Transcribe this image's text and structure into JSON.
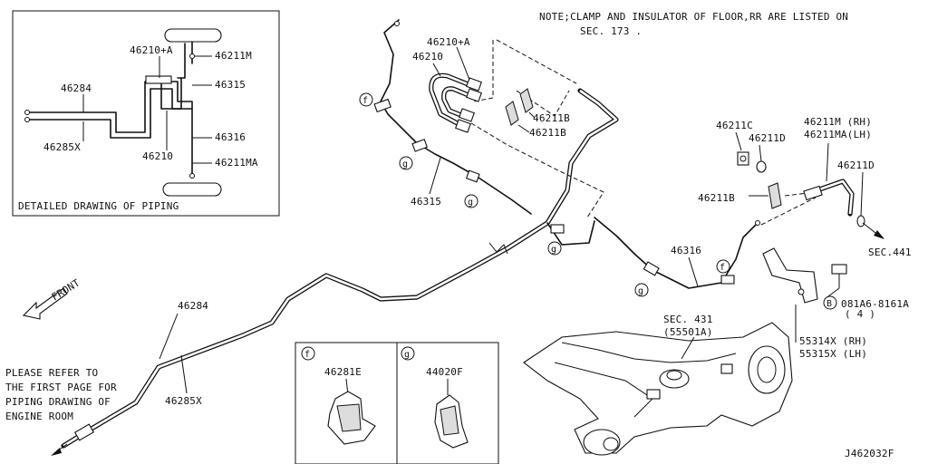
{
  "note": {
    "line1": "NOTE;CLAMP AND INSULATOR OF FLOOR,RR ARE LISTED ON",
    "line2": "SEC. 173 ."
  },
  "inset": {
    "caption": "DETAILED DRAWING OF PIPING",
    "labels": {
      "l46210a": "46210+A",
      "l46211m": "46211M",
      "l46315": "46315",
      "l46284": "46284",
      "l46316": "46316",
      "l46285x": "46285X",
      "l46210": "46210",
      "l46211ma": "46211MA"
    }
  },
  "labels": {
    "main46210a": "46210+A",
    "main46210": "46210",
    "p46211b_a": "46211B",
    "p46211b_b": "46211B",
    "p46211c": "46211C",
    "p46211d_a": "46211D",
    "p46211m_rh": "46211M (RH)",
    "p46211ma_lh": "46211MA(LH)",
    "p46211d_b": "46211D",
    "p46211b_c": "46211B",
    "sec441": "SEC.441",
    "p46315": "46315",
    "p46316": "46316",
    "front": "FRONT",
    "p46284": "46284",
    "p46285x": "46285X",
    "bolt_line1": "081A6-8161A",
    "bolt_line2": "( 4 )",
    "sec431_a": "SEC. 431",
    "sec431_b": "(55501A)",
    "p55314x": "55314X (RH)",
    "p55315x": "55315X (LH)",
    "refer1": "PLEASE REFER TO",
    "refer2": "THE FIRST PAGE FOR",
    "refer3": "PIPING DRAWING OF",
    "refer4": "ENGINE ROOM",
    "diagram_id": "J462032F"
  },
  "callouts": {
    "f": "f",
    "g": "g",
    "b": "B"
  },
  "detail_boxes": [
    {
      "letter": "f",
      "part": "46281E"
    },
    {
      "letter": "g",
      "part": "44020F"
    }
  ]
}
